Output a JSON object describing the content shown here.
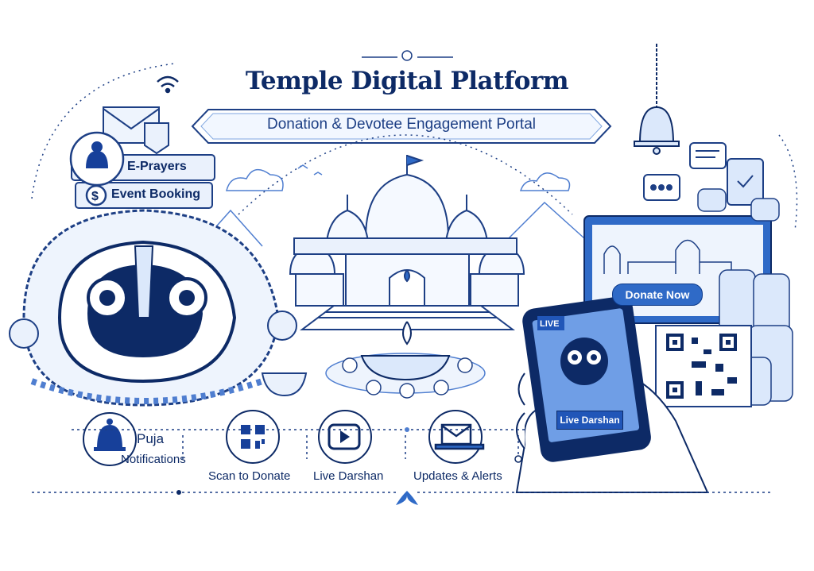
{
  "header": {
    "title": "Temple Digital Platform",
    "subtitle": "Donation & Devotee Engagement Portal"
  },
  "left_features": [
    {
      "label": "E-Prayers",
      "icon": "devotee-icon"
    },
    {
      "label": "Event Booking",
      "icon": "dollar-icon"
    }
  ],
  "laptop": {
    "button_label": "Donate Now"
  },
  "phone": {
    "live_tag": "LIVE",
    "button_label": "Live Darshan"
  },
  "bottom_features": [
    {
      "label_line1": "Puja",
      "label_line2": "Notifications",
      "icon": "bell-icon"
    },
    {
      "label": "Scan to Donate",
      "icon": "qr-code-icon"
    },
    {
      "label": "Live Darshan",
      "icon": "play-video-icon"
    },
    {
      "label": "Updates & Alerts",
      "icon": "mail-laptop-icon"
    }
  ],
  "colors": {
    "navy": "#0d2a66",
    "blue": "#2f6ac7",
    "light": "#dbe8fb"
  }
}
